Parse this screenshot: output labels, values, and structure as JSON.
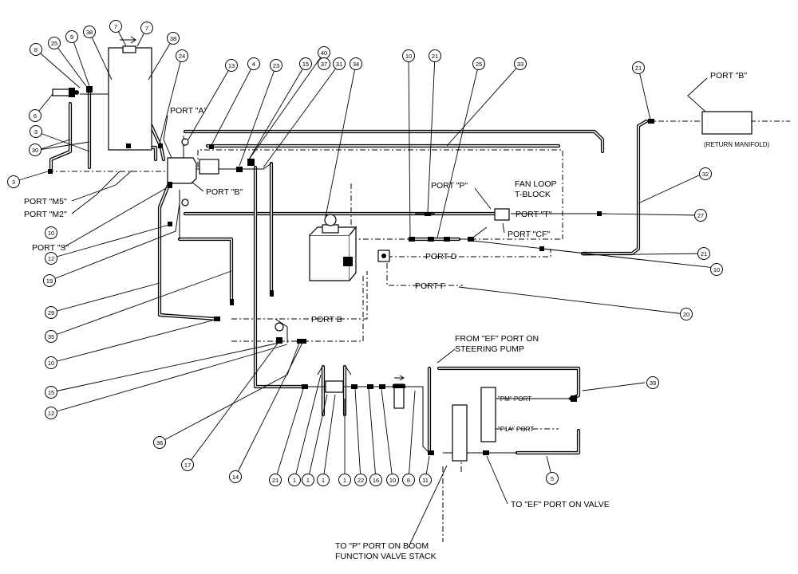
{
  "labels": {
    "port_a": "PORT \"A\"",
    "port_b_manifold": "PORT \"B\"",
    "port_m5": "PORT \"M5\"",
    "port_m2": "PORT \"M2\"",
    "port_s": "PORT \"S\"",
    "port_b_pump": "PORT \"B\"",
    "port_p": "PORT \"P\"",
    "fan_loop_1": "FAN LOOP",
    "fan_loop_2": "T-BLOCK",
    "port_t": "PORT \"T\"",
    "port_cf": "PORT \"CF\"",
    "port_d": "PORT D",
    "port_f": "PORT F",
    "port_b_line": "PORT B",
    "return_port_b": "PORT \"B\"",
    "return_manifold": "(RETURN MANIFOLD)",
    "from_ef_1": "FROM \"EF\" PORT ON",
    "from_ef_2": "STEERING PUMP",
    "pm_port": "\"PM\" PORT",
    "p1a_port": "\"P1A\" PORT",
    "to_ef_valve": "TO \"EF\" PORT ON VALVE",
    "to_p_1": "TO \"P\" PORT ON BOOM",
    "to_p_2": "FUNCTION VALVE STACK"
  },
  "callouts": [
    {
      "id": "c8a",
      "text": "8"
    },
    {
      "id": "c25a",
      "text": "25"
    },
    {
      "id": "c9",
      "text": "9"
    },
    {
      "id": "c38a",
      "text": "38"
    },
    {
      "id": "c7a",
      "text": "7"
    },
    {
      "id": "c7b",
      "text": "7"
    },
    {
      "id": "c38b",
      "text": "38"
    },
    {
      "id": "c24",
      "text": "24"
    },
    {
      "id": "c6",
      "text": "6"
    },
    {
      "id": "c3a",
      "text": "3"
    },
    {
      "id": "c30",
      "text": "30"
    },
    {
      "id": "c3b",
      "text": "3"
    },
    {
      "id": "c13",
      "text": "13"
    },
    {
      "id": "c4",
      "text": "4"
    },
    {
      "id": "c23",
      "text": "23"
    },
    {
      "id": "c15a",
      "text": "15"
    },
    {
      "id": "c40",
      "text": "40"
    },
    {
      "id": "c37",
      "text": "37"
    },
    {
      "id": "c31",
      "text": "31"
    },
    {
      "id": "c34",
      "text": "34"
    },
    {
      "id": "c10a",
      "text": "10"
    },
    {
      "id": "c21a",
      "text": "21"
    },
    {
      "id": "c25b",
      "text": "25"
    },
    {
      "id": "c33",
      "text": "33"
    },
    {
      "id": "c21b",
      "text": "21"
    },
    {
      "id": "c32",
      "text": "32"
    },
    {
      "id": "c27",
      "text": "27"
    },
    {
      "id": "c21c",
      "text": "21"
    },
    {
      "id": "c10b",
      "text": "10"
    },
    {
      "id": "c10c",
      "text": "10"
    },
    {
      "id": "c12a",
      "text": "12"
    },
    {
      "id": "c19",
      "text": "19"
    },
    {
      "id": "c29",
      "text": "29"
    },
    {
      "id": "c35",
      "text": "35"
    },
    {
      "id": "c10d",
      "text": "10"
    },
    {
      "id": "c20",
      "text": "20"
    },
    {
      "id": "c15b",
      "text": "15"
    },
    {
      "id": "c12b",
      "text": "12"
    },
    {
      "id": "c36",
      "text": "36"
    },
    {
      "id": "c17",
      "text": "17"
    },
    {
      "id": "c14",
      "text": "14"
    },
    {
      "id": "c21d",
      "text": "21"
    },
    {
      "id": "c1a",
      "text": "1"
    },
    {
      "id": "c1b",
      "text": "1"
    },
    {
      "id": "c1c",
      "text": "1"
    },
    {
      "id": "c1d",
      "text": "1"
    },
    {
      "id": "c22",
      "text": "22"
    },
    {
      "id": "c16",
      "text": "16"
    },
    {
      "id": "c10e",
      "text": "10"
    },
    {
      "id": "c8b",
      "text": "8"
    },
    {
      "id": "c11",
      "text": "11"
    },
    {
      "id": "c5",
      "text": "5"
    },
    {
      "id": "c39",
      "text": "39"
    }
  ]
}
